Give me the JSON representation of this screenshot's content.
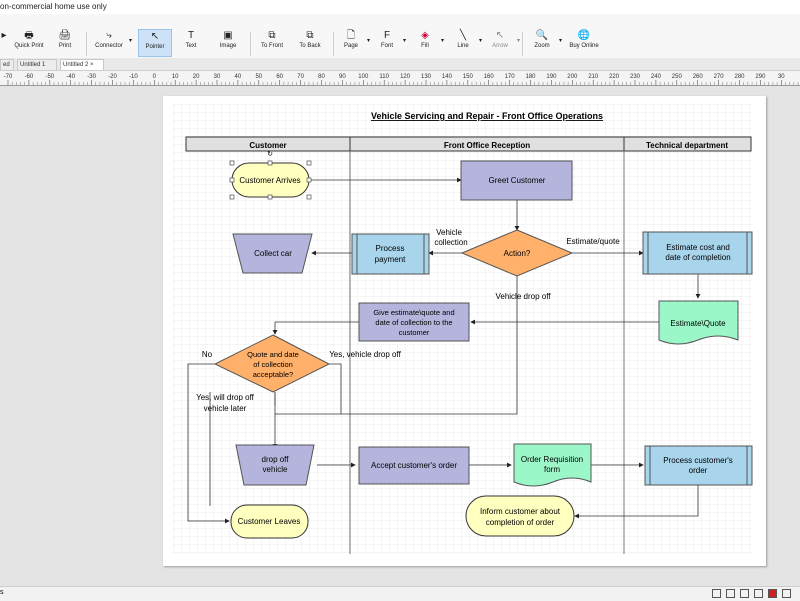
{
  "window": {
    "title_fragment": "on-commercial home use only"
  },
  "toolbar": {
    "buttons": [
      {
        "id": "quick_print",
        "label": "Quick Print",
        "icon": "quick-print-icon"
      },
      {
        "id": "print",
        "label": "Print",
        "icon": "printer-icon"
      },
      {
        "id": "connector",
        "label": "Connector",
        "icon": "connector-icon"
      },
      {
        "id": "pointer",
        "label": "Pointer",
        "icon": "pointer-icon",
        "active": true
      },
      {
        "id": "text",
        "label": "Text",
        "icon": "text-icon"
      },
      {
        "id": "image",
        "label": "Image",
        "icon": "image-icon"
      },
      {
        "id": "to_front",
        "label": "To Front",
        "icon": "to-front-icon"
      },
      {
        "id": "to_back",
        "label": "To Back",
        "icon": "to-back-icon"
      },
      {
        "id": "page",
        "label": "Page",
        "icon": "page-icon"
      },
      {
        "id": "font",
        "label": "Font",
        "icon": "font-icon"
      },
      {
        "id": "fill",
        "label": "Fill",
        "icon": "fill-icon"
      },
      {
        "id": "line",
        "label": "Line",
        "icon": "line-icon"
      },
      {
        "id": "arrow",
        "label": "Arrow",
        "icon": "arrow-icon"
      },
      {
        "id": "zoom",
        "label": "Zoom",
        "icon": "zoom-icon"
      },
      {
        "id": "buy_online",
        "label": "Buy Online",
        "icon": "globe-icon"
      }
    ]
  },
  "tabs": [
    {
      "label": "ed",
      "closable": false,
      "selected": false
    },
    {
      "label": "Untitled 1",
      "closable": false,
      "selected": false
    },
    {
      "label": "Untitled 2",
      "closable": true,
      "selected": true
    }
  ],
  "ruler": {
    "ticks": [
      "-70",
      "-60",
      "-50",
      "-40",
      "-30",
      "-20",
      "-10",
      "0",
      "10",
      "20",
      "30",
      "40",
      "50",
      "60",
      "70",
      "80",
      "90",
      "100",
      "110",
      "120",
      "130",
      "140",
      "150",
      "160",
      "170",
      "180",
      "190",
      "200",
      "210",
      "220",
      "230",
      "240",
      "250",
      "260",
      "270",
      "280",
      "290",
      "30"
    ]
  },
  "diagram": {
    "title": "Vehicle Servicing and Repair - Front Office Operations",
    "lanes": [
      "Customer",
      "Front Office Reception",
      "Technical department"
    ],
    "shapes": {
      "customer_arrives": "Customer Arrives",
      "greet_customer": "Greet Customer",
      "action": "Action?",
      "process_payment_1": "Process",
      "process_payment_2": "payment",
      "collect_car": "Collect car",
      "estimate_cost_1": "Estimate cost and",
      "estimate_cost_2": "date of completion",
      "estimate_quote": "Estimate\\Quote",
      "give_estimate_1": "Give estimate\\quote and",
      "give_estimate_2": "date of collection to the",
      "give_estimate_3": "customer",
      "quote_ok_1": "Quote and date",
      "quote_ok_2": "of collection",
      "quote_ok_3": "acceptable?",
      "drop_off_1": "drop off",
      "drop_off_2": "vehicle",
      "accept_order": "Accept customer's order",
      "order_req_1": "Order Requisition",
      "order_req_2": "form",
      "process_order_1": "Process customer's",
      "process_order_2": "order",
      "customer_leaves": "Customer Leaves",
      "inform_1": "Inform customer about",
      "inform_2": "completion of order"
    },
    "labels": {
      "vehicle_collection_1": "Vehicle",
      "vehicle_collection_2": "collection",
      "estimate_quote_edge": "Estimate/quote",
      "vehicle_drop_off": "Vehicle drop off",
      "no": "No",
      "yes_drop_off": "Yes, vehicle drop off",
      "yes_later_1": "Yes, will drop off",
      "yes_later_2": "vehicle later"
    },
    "colors": {
      "terminator": "#ffffc0",
      "process": "#b4b4dc",
      "decision": "#ffb06a",
      "subprocess": "#a8d4ec",
      "document": "#9cf7c8",
      "grid": "#d8d8d8",
      "header": "#e0e0e0"
    }
  }
}
